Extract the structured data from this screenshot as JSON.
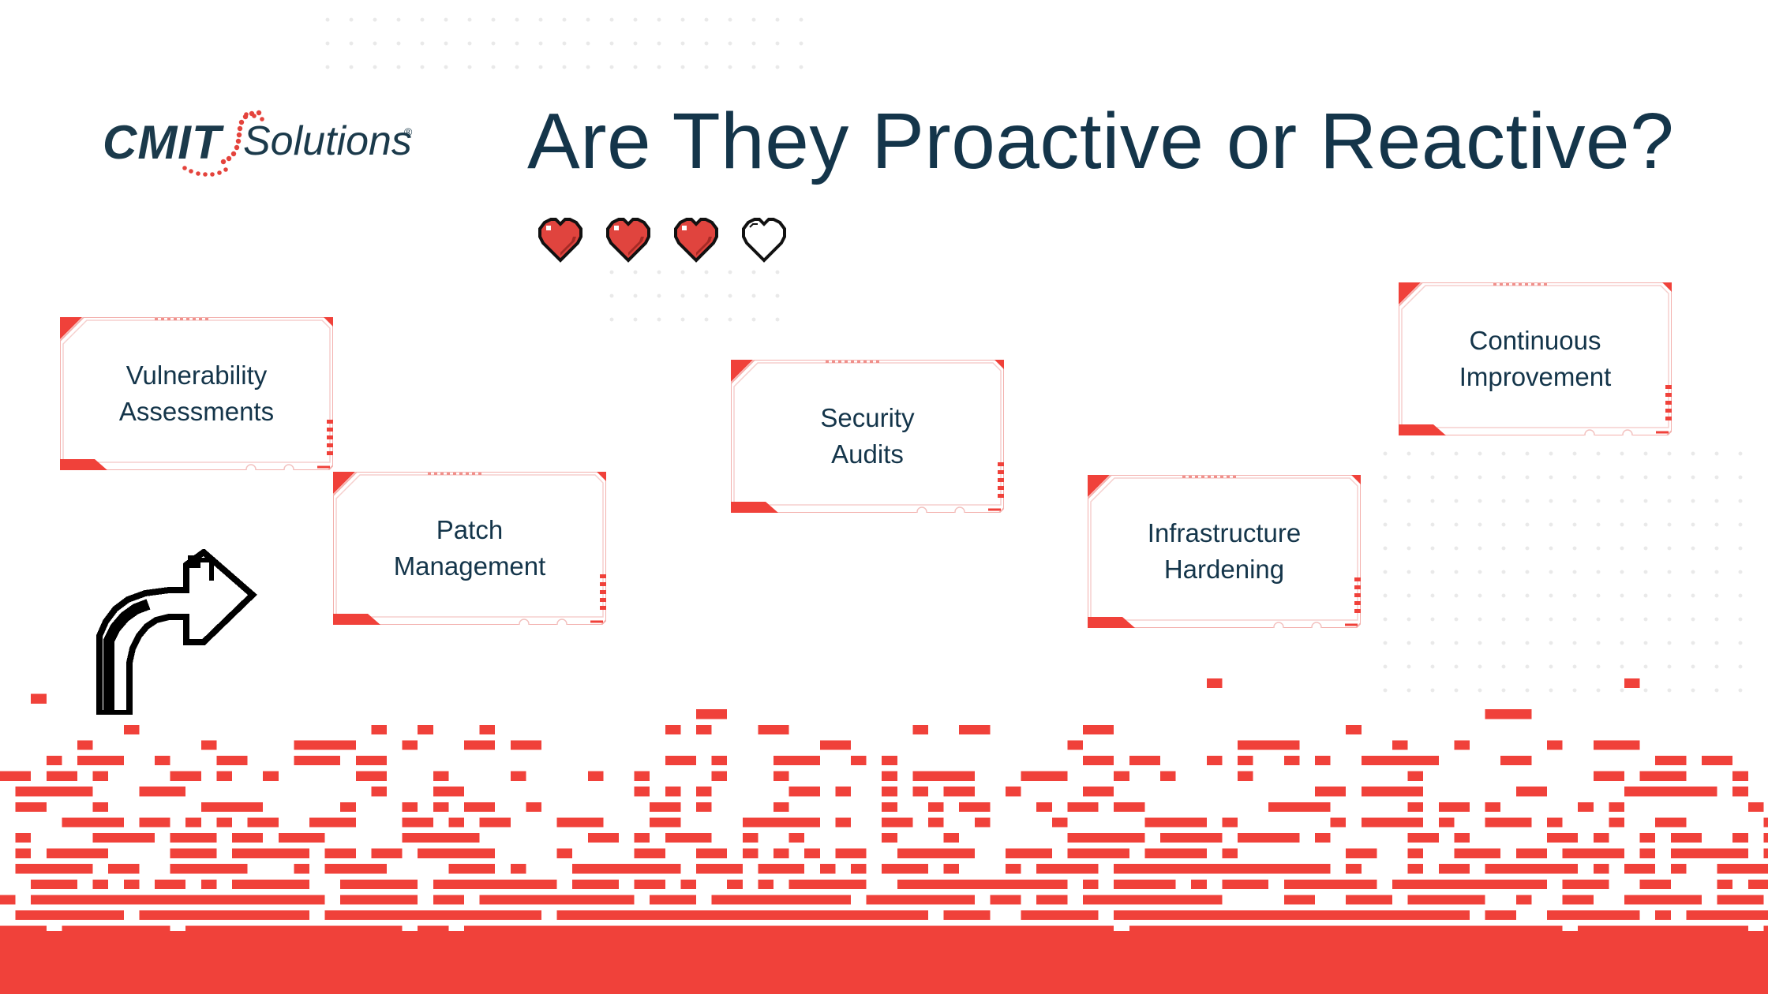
{
  "logo": {
    "brand": "CMIT",
    "product": "Solutions",
    "registered": "®"
  },
  "title": "Are They Proactive or Reactive?",
  "rating": {
    "filled": 3,
    "total": 4
  },
  "cards": [
    {
      "label": "Vulnerability\nAssessments"
    },
    {
      "label": "Patch\nManagement"
    },
    {
      "label": "Security\nAudits"
    },
    {
      "label": "Infrastructure\nHardening"
    },
    {
      "label": "Continuous\nImprovement"
    }
  ],
  "colors": {
    "accent": "#f0413a",
    "heart": "#e0443e",
    "text": "#14354a",
    "border": "#f3b0ad"
  },
  "icons": {
    "arrow": "curved-arrow-icon",
    "heart": "heart-icon"
  }
}
